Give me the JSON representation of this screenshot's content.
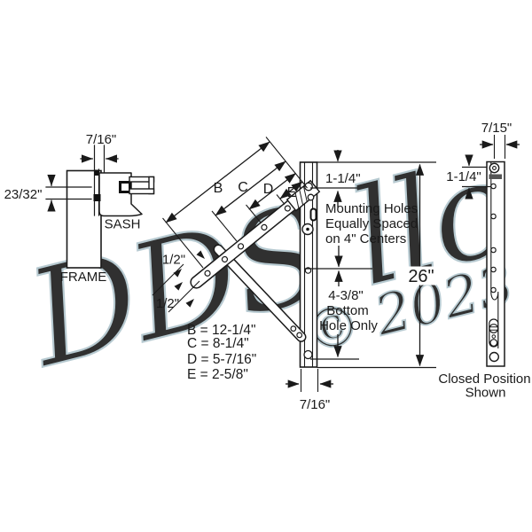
{
  "colors": {
    "line": "#1a1a1a",
    "watermark_fill": "#ecf2f4",
    "watermark_stroke": "#b0c5cd"
  },
  "watermark": {
    "text": "DDS llc",
    "year": "© 2023"
  },
  "inset": {
    "width_dim": "7/16\"",
    "depth_dim": "23/32\"",
    "sash": "SASH",
    "frame": "FRAME"
  },
  "arm": {
    "dim_b": "B",
    "dim_c": "C",
    "dim_d": "D",
    "dim_e": "E",
    "half_upper": "1/2\"",
    "half_lower": "1/2\"",
    "values": [
      "B = 12-1/4\"",
      "C = 8-1/4\"",
      "D = 5-7/16\"",
      "E = 2-5/8\""
    ]
  },
  "track": {
    "top_offset": "1-1/4\"",
    "note": [
      "Mounting Holes",
      "Equally Spaced",
      "on 4\" Centers"
    ],
    "bottom": [
      "4-3/8\"",
      "Bottom",
      "Hole Only"
    ],
    "length": "26\"",
    "width": "7/16\""
  },
  "closed_bar": {
    "width": "7/15\"",
    "top_offset": "1-1/4\"",
    "caption": [
      "Closed Position",
      "Shown"
    ]
  }
}
